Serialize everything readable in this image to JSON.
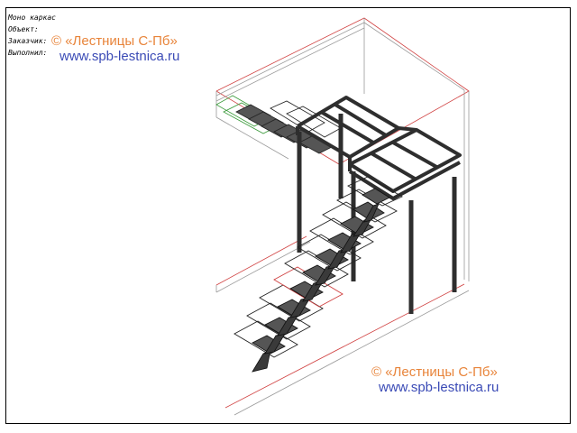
{
  "stamp": {
    "line1": "Моно каркас",
    "line2": "Объект:",
    "line3": "Заказчик:",
    "line4": "Выполнил:"
  },
  "watermark_top": {
    "copyright": "© «Лестницы С-Пб»",
    "url": "www.spb-lestnica.ru"
  },
  "watermark_bottom": {
    "copyright": "© «Лестницы С-Пб»",
    "url": "www.spb-lestnica.ru"
  },
  "colors": {
    "frame": "#000000",
    "steel": "#3a3a3a",
    "tread": "#555555",
    "room_red": "#d04040",
    "room_gray": "#9a9a9a",
    "highlight_green": "#3a9a3a",
    "watermark_orange": "#e8843a",
    "watermark_blue": "#3b4bb6"
  }
}
